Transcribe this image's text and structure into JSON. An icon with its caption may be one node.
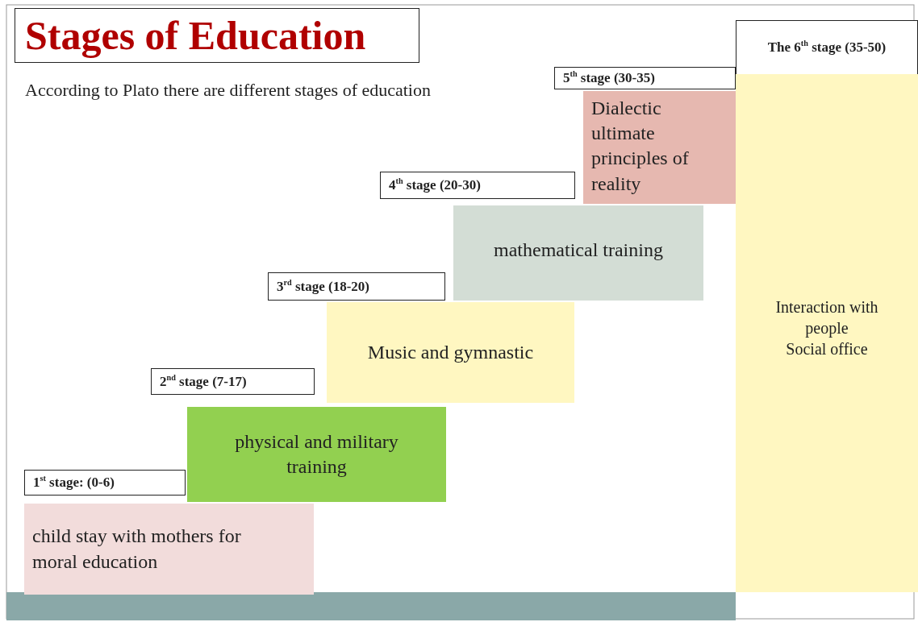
{
  "diagram": {
    "title": "Stages of Education",
    "nodes": [
      {
        "text": [
          "1$^{st}$ stage: (0-6)"
        ]
      },
      {
        "text": [
          "child stay with mothers for moral education"
        ]
      },
      {
        "text": [
          "2$^{nd}$ stage (7-17)"
        ]
      },
      {
        "text": [
          "physical and military training"
        ]
      },
      {
        "text": [
          "3$^{rd}$ stage (18-20)"
        ]
      },
      {
        "text": [
          "Music and gymnastic"
        ]
      },
      {
        "text": [
          "4$^{th}$ stage (20-30)"
        ]
      },
      {
        "text": [
          "mathematical training"
        ]
      },
      {
        "text": [
          "5$^{th}$ stage (30-35)"
        ]
      },
      {
        "text": [
          "Dialectic ultimate principles of reality"
        ]
      },
      {
        "text": [
          "The 6$^{th}$ stage (35-50)"
        ]
      },
      {
        "text": [
          "Interaction with people",
          "Social office"
        ]
      }
    ],
    "labels": [
      "According to Plato there are different stages of education"
    ]
  }
}
